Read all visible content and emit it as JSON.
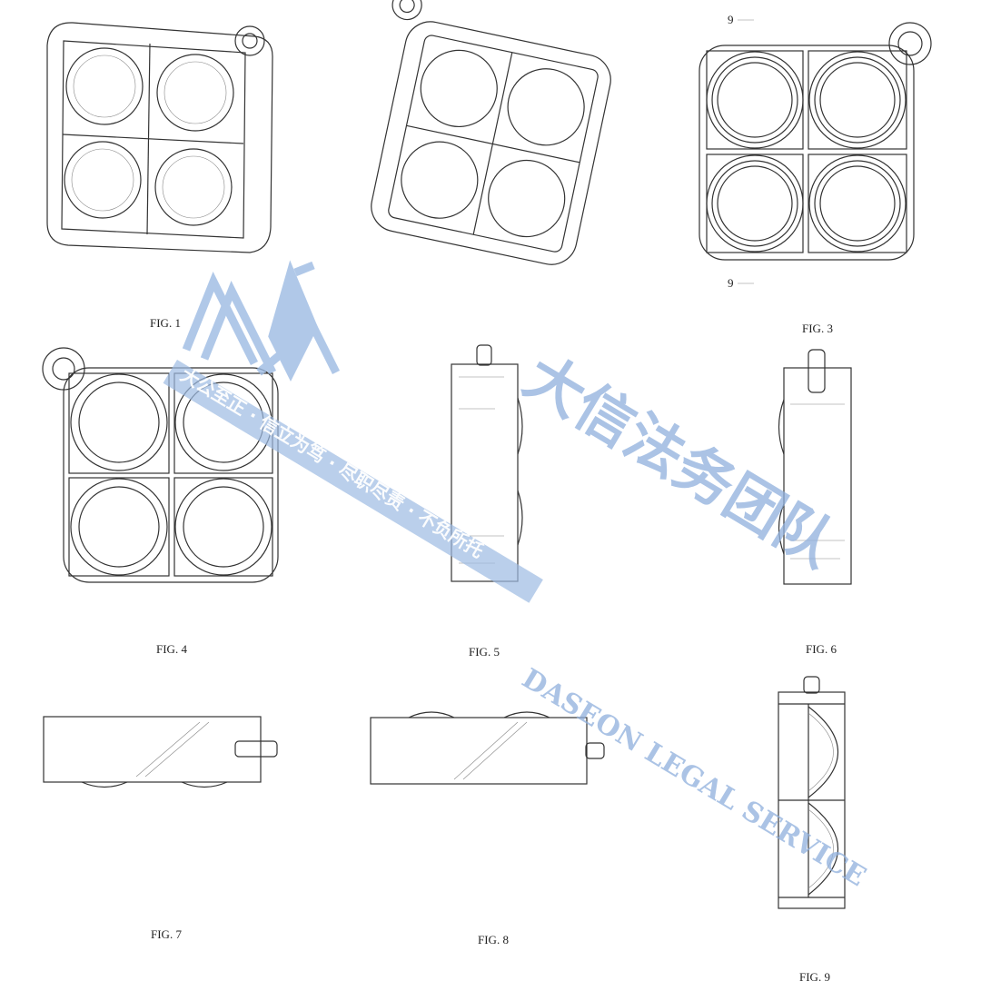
{
  "figures": {
    "fig1": "FIG. 1",
    "fig3": "FIG. 3",
    "fig4": "FIG. 4",
    "fig5": "FIG. 5",
    "fig6": "FIG. 6",
    "fig7": "FIG. 7",
    "fig8": "FIG. 8",
    "fig9": "FIG. 9"
  },
  "section_marks": {
    "top": "9",
    "bottom": "9"
  },
  "watermark": {
    "title_cn": "大信法务团队",
    "title_en": "DASEON LEGAL SERVICE",
    "motto": "大公至正 · 信立为笃 · 尽职尽责 · 不负所托",
    "color": "#8fb0dd"
  }
}
